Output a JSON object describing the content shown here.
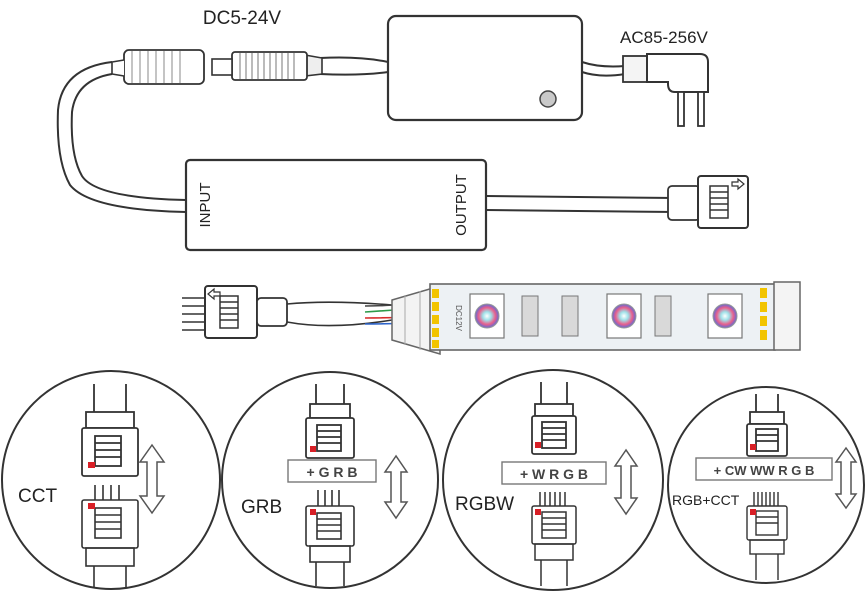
{
  "labels": {
    "dc_voltage": "DC5-24V",
    "ac_voltage": "AC85-256V",
    "input": "INPUT",
    "output": "OUTPUT",
    "strip_marking": "DC12V"
  },
  "modes": [
    {
      "name": "CCT",
      "pins": ""
    },
    {
      "name": "GRB",
      "pins": "+ G R B"
    },
    {
      "name": "RGBW",
      "pins": "+ W R G B"
    },
    {
      "name": "RGB+CCT",
      "pins": "+ CW WW R G B"
    }
  ],
  "colors": {
    "line": "#333333",
    "led_pink": "#e95f8c",
    "led_cyan": "#49c6d8",
    "pad_yellow": "#f2c400",
    "wire_red": "#d62b2b",
    "wire_green": "#2e9a4a",
    "wire_blue": "#2c63c9",
    "marker_red": "#d81f26"
  }
}
